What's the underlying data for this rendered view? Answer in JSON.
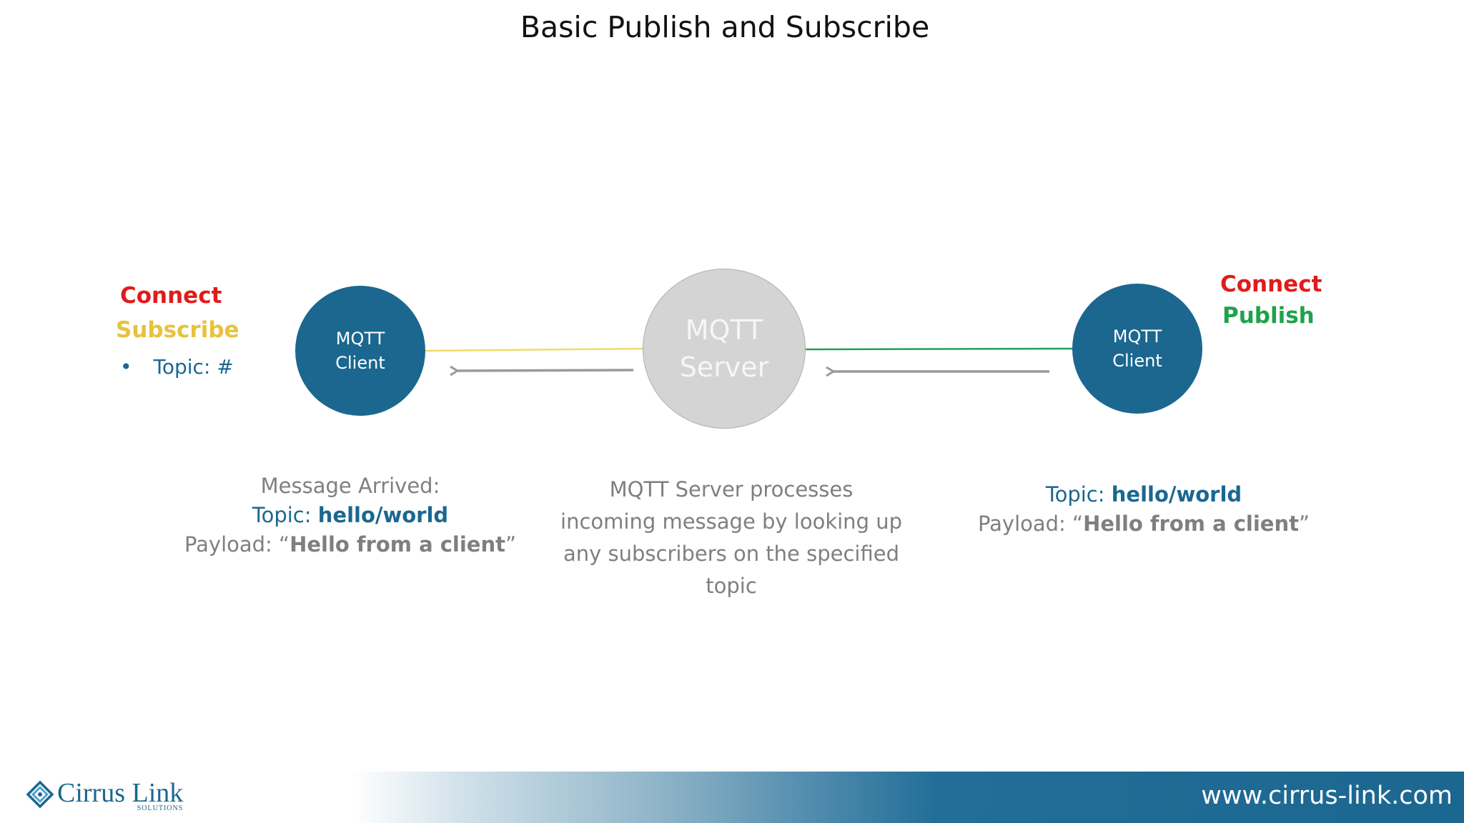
{
  "title": "Basic Publish and Subscribe",
  "left_client": {
    "label_line1": "MQTT",
    "label_line2": "Client",
    "actions": {
      "connect": "Connect",
      "subscribe": "Subscribe",
      "bullet": "•",
      "topic": "Topic: #"
    },
    "caption": {
      "line1": "Message Arrived:",
      "topic_prefix": "Topic: ",
      "topic_value": "hello/world",
      "payload_prefix": "Payload: “",
      "payload_value": "Hello from a client",
      "payload_suffix": "”"
    }
  },
  "server": {
    "label_line1": "MQTT",
    "label_line2": "Server",
    "caption": {
      "line1": "MQTT Server processes",
      "line2": "incoming message by looking up",
      "line3": "any subscribers on the specified",
      "line4": "topic"
    }
  },
  "right_client": {
    "label_line1": "MQTT",
    "label_line2": "Client",
    "actions": {
      "connect": "Connect",
      "publish": "Publish"
    },
    "caption": {
      "topic_prefix": "Topic: ",
      "topic_value": "hello/world",
      "payload_prefix": "Payload: “",
      "payload_value": "Hello from a client",
      "payload_suffix": "”"
    }
  },
  "colors": {
    "client_fill": "#1b6790",
    "server_fill": "#d4d4d4",
    "connect": "#e11b1b",
    "subscribe": "#e8c23d",
    "publish": "#1fa24a",
    "subscribe_link": "#f0dc6a",
    "publish_link": "#22a05a",
    "arrow": "#9a9a9a"
  },
  "footer": {
    "logo_name": "Cirrus Link",
    "logo_sub": "SOLUTIONS",
    "url": "www.cirrus-link.com"
  }
}
